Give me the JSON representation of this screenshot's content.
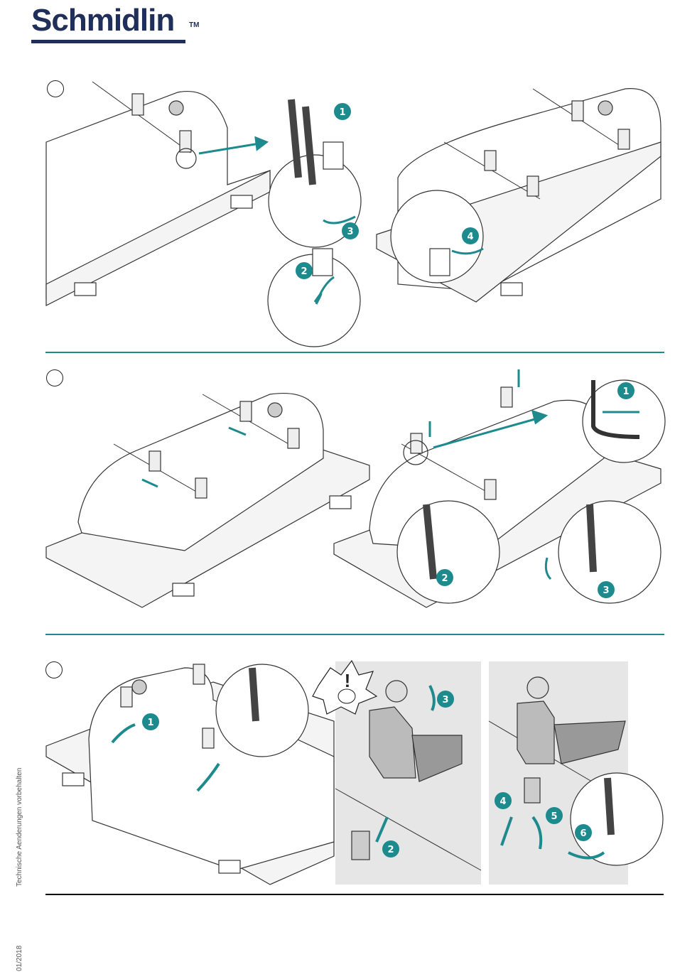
{
  "header": {
    "brand": "Schmidlin",
    "trademark": "TM",
    "brand_color": "#1f2f5a"
  },
  "colors": {
    "accent": "#1d8a8e",
    "line": "#333333",
    "panel_bg": "#e6e6e6"
  },
  "footer": {
    "disclaimer": "Technische Aenderungen vorbehalten",
    "date": "01/2018"
  },
  "steps": [
    {
      "badges": [
        "1",
        "2",
        "3",
        "4"
      ]
    },
    {
      "badges": [
        "1",
        "2",
        "3"
      ]
    },
    {
      "badges": [
        "1",
        "2",
        "3",
        "4",
        "5",
        "6"
      ]
    }
  ],
  "icons": [
    "warning-exclamation-icon",
    "installer-face-icon"
  ]
}
